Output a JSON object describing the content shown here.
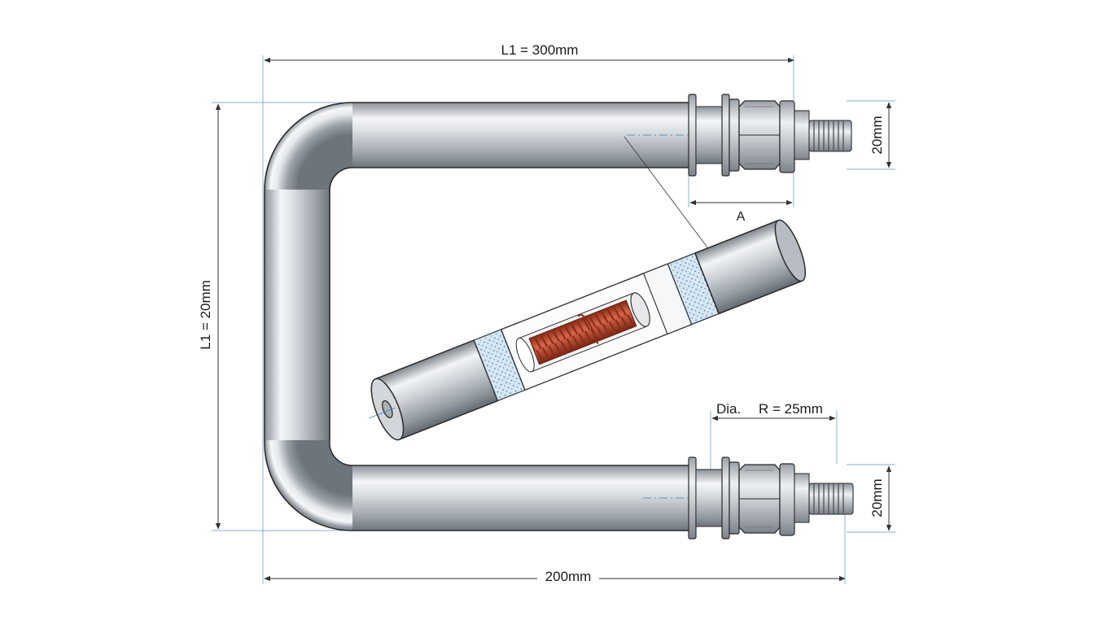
{
  "dimensions": {
    "top_length": "L1 = 300mm",
    "side_length": "L1 = 20mm",
    "bottom_length": "200mm",
    "top_thread_dia": "20mm",
    "bottom_thread_dia": "20mm",
    "section_marker": "A",
    "dia_label": "Dia.",
    "radius_label": "R = 25mm"
  },
  "colors": {
    "steel_dark": "#8f959c",
    "steel_light": "#f4f6f8",
    "coil": "#b5452c",
    "insulation": "#d8e6f1",
    "dimension_line": "#333333",
    "extension_line": "#3d7fb8"
  }
}
